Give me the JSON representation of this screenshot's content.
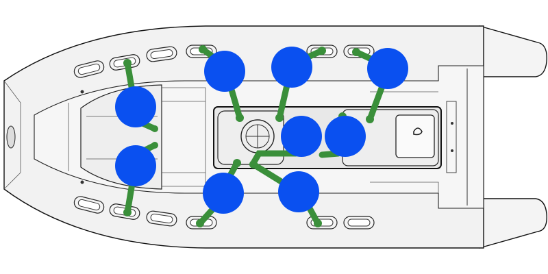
{
  "diagram": {
    "colors": {
      "passenger": "#0a50f0",
      "tether": "#3a8f3a",
      "hull_outline": "#111111",
      "hull_fill": "#f2f2f2"
    },
    "bow_label": "",
    "stations": [
      {
        "id": "bow-port",
        "lifeline": "handle"
      },
      {
        "id": "bow-starboard",
        "lifeline": "handle"
      },
      {
        "id": "mid-port-front",
        "lifeline": "console"
      },
      {
        "id": "mid-port-rear",
        "lifeline": "handle"
      },
      {
        "id": "aft-port",
        "lifeline": "handle"
      },
      {
        "id": "mid-starboard-front",
        "lifeline": "console"
      },
      {
        "id": "mid-starboard-rear",
        "lifeline": "handle"
      },
      {
        "id": "console-helm",
        "lifeline": "console"
      },
      {
        "id": "console-seat",
        "lifeline": "console"
      }
    ]
  }
}
